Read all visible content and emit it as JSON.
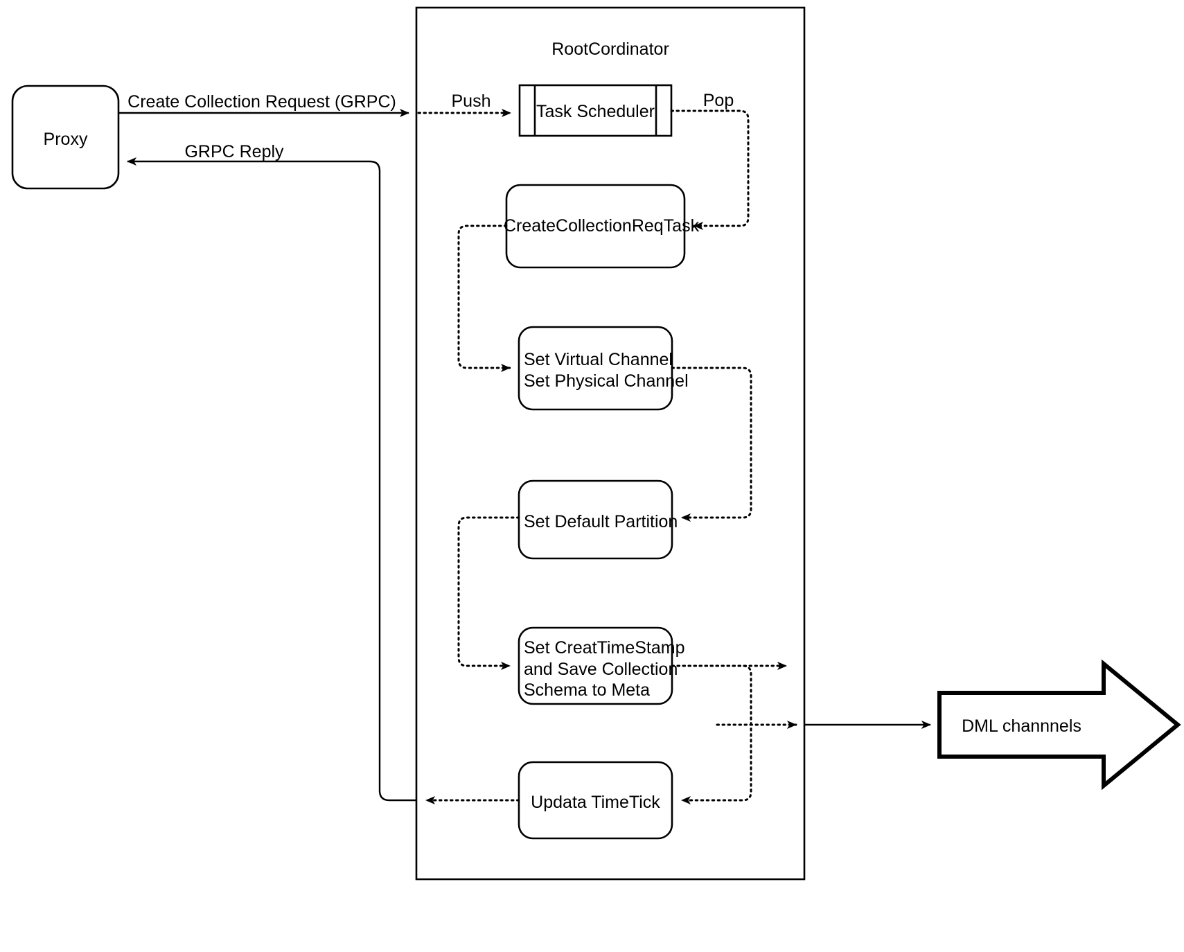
{
  "diagram": {
    "type": "flowchart",
    "title_label": "RootCordinator",
    "background_color": "#ffffff",
    "stroke_color": "#000000",
    "text_color": "#000000",
    "containers": [
      {
        "id": "rootcoordinator",
        "label": "RootCordinator",
        "shape": "rectangle"
      }
    ],
    "nodes": [
      {
        "id": "proxy",
        "label": "Proxy",
        "shape": "rounded-rectangle"
      },
      {
        "id": "task-scheduler",
        "label": "Task Scheduler",
        "shape": "process"
      },
      {
        "id": "create-collection-req-task",
        "label": "CreateCollectionReqTask",
        "shape": "rounded-rectangle"
      },
      {
        "id": "set-channels",
        "label": "Set Virtual Channel\nSet Physical Channel",
        "line1": "Set Virtual Channel",
        "line2": "Set Physical Channel",
        "shape": "rounded-rectangle"
      },
      {
        "id": "set-default-partition",
        "label": "Set Default Partition",
        "shape": "rounded-rectangle"
      },
      {
        "id": "set-creat-timestamp",
        "label": "Set CreatTimeStamp\nand Save Collection\nSchema to Meta",
        "line1": "Set CreatTimeStamp",
        "line2": "and Save Collection",
        "line3": "Schema to Meta",
        "shape": "rounded-rectangle"
      },
      {
        "id": "updata-timetick",
        "label": "Updata TimeTick",
        "shape": "rounded-rectangle"
      },
      {
        "id": "dml-channels",
        "label": "DML channnels",
        "shape": "block-arrow-right"
      }
    ],
    "edges": [
      {
        "id": "e1",
        "from": "proxy",
        "to": "rootcoordinator",
        "label": "Create Collection Request (GRPC)",
        "style": "solid"
      },
      {
        "id": "e2",
        "from": "rootcoordinator-boundary",
        "to": "task-scheduler",
        "label": "Push",
        "style": "dotted"
      },
      {
        "id": "e3",
        "from": "task-scheduler",
        "to": "create-collection-req-task",
        "label": "Pop",
        "style": "dotted"
      },
      {
        "id": "e4",
        "from": "create-collection-req-task",
        "to": "set-channels",
        "label": "",
        "style": "dotted"
      },
      {
        "id": "e5",
        "from": "set-channels",
        "to": "set-default-partition",
        "label": "",
        "style": "dotted"
      },
      {
        "id": "e6",
        "from": "set-default-partition",
        "to": "set-creat-timestamp",
        "label": "",
        "style": "dotted"
      },
      {
        "id": "e7",
        "from": "set-creat-timestamp",
        "to": "dml-channels",
        "label": "",
        "style": "dotted-then-solid"
      },
      {
        "id": "e8",
        "from": "set-creat-timestamp",
        "to": "updata-timetick",
        "label": "",
        "style": "dotted"
      },
      {
        "id": "e9",
        "from": "updata-timetick",
        "to": "proxy",
        "label": "GRPC Reply",
        "style": "dotted-then-solid"
      }
    ],
    "edge_labels": {
      "create_collection_request": "Create Collection Request (GRPC)",
      "grpc_reply": "GRPC Reply",
      "push": "Push",
      "pop": "Pop"
    }
  }
}
